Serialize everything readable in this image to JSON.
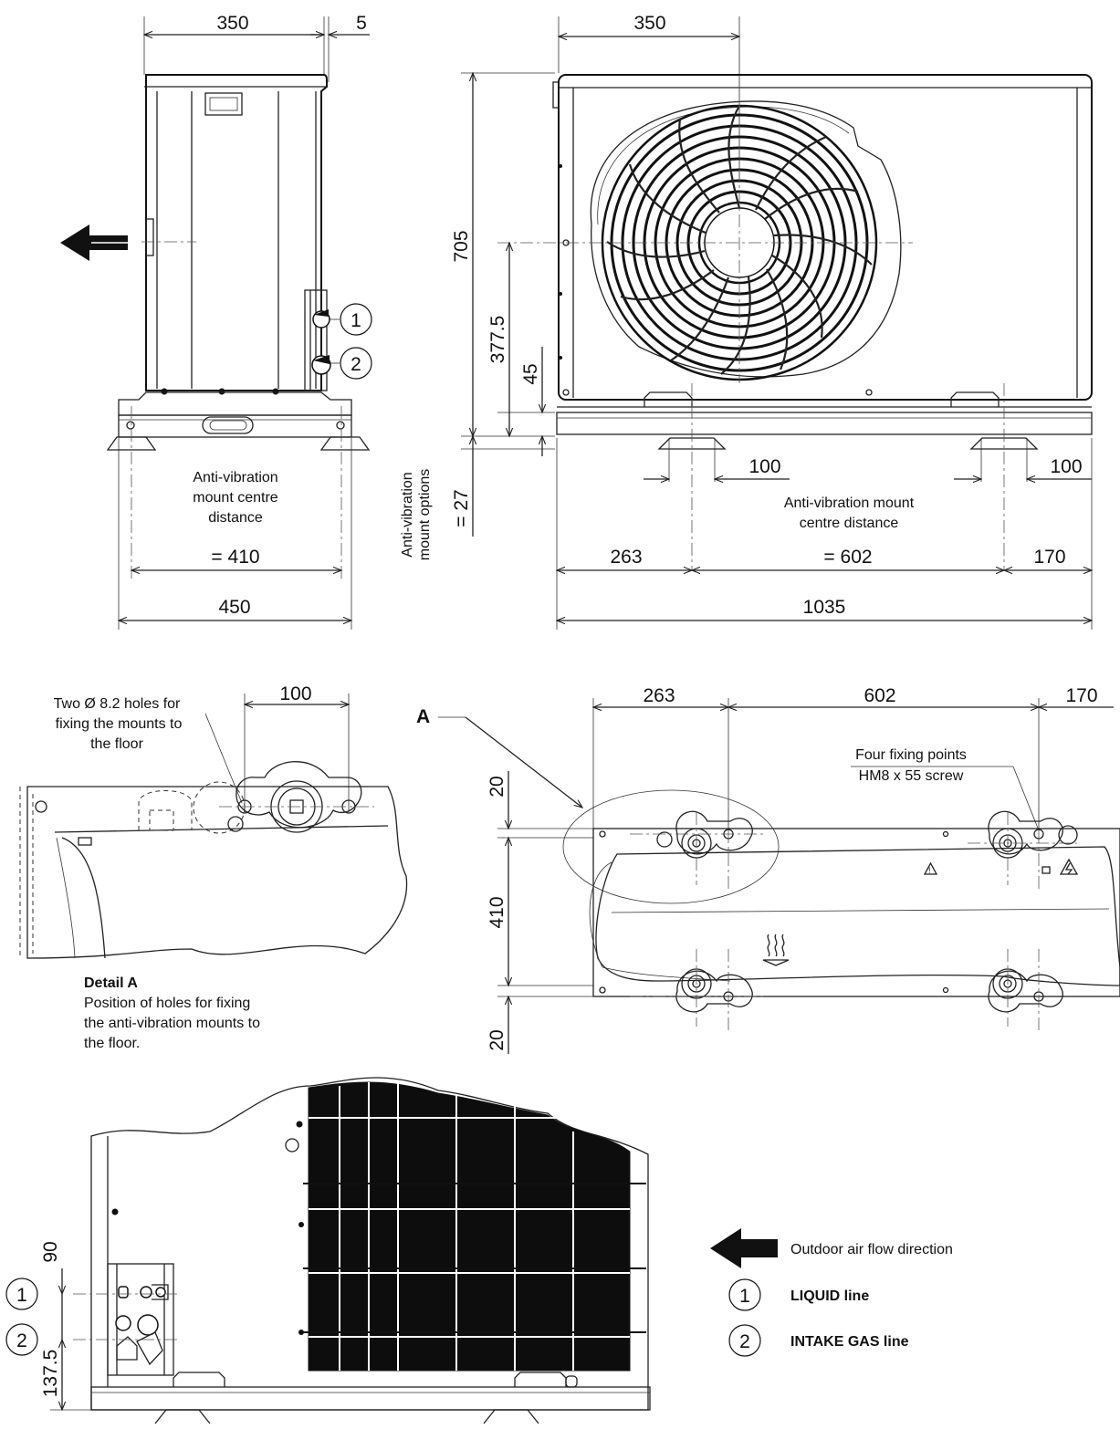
{
  "side_view": {
    "dim_depth": "350",
    "dim_offset": "5",
    "dim_mount_centre": "= 410",
    "dim_base_width": "450",
    "note_mount_centre": [
      "Anti-vibration",
      "mount centre",
      "distance"
    ],
    "callout_1": "1",
    "callout_2": "2"
  },
  "front_view": {
    "dim_fan_offset": "350",
    "dim_height": "705",
    "dim_fan_height": "377.5",
    "dim_base_height": "45",
    "dim_mount_options_value": "= 27",
    "note_mount_options": [
      "Anti-vibration",
      "mount options"
    ],
    "dim_mount_left": "100",
    "dim_mount_right": "100",
    "note_mount_centre": [
      "Anti-vibration mount",
      "centre distance"
    ],
    "dim_left": "263",
    "dim_centre": "= 602",
    "dim_right": "170",
    "dim_width": "1035"
  },
  "detail_a": {
    "note_holes": [
      "Two Ø 8.2 holes for",
      "fixing the mounts to",
      "the floor"
    ],
    "dim_hole_spacing": "100",
    "title": "Detail A",
    "description": [
      "Position of holes for fixing",
      "the anti-vibration mounts to",
      "the floor."
    ]
  },
  "top_view": {
    "detail_marker": "A",
    "dim_left": "263",
    "dim_centre": "602",
    "dim_right": "170",
    "note_fixing": [
      "Four fixing points",
      "HM8 x 55 screw"
    ],
    "dim_top_margin": "20",
    "dim_depth": "410",
    "dim_bottom_margin": "20"
  },
  "connection_view": {
    "dim_liquid_pitch": "90",
    "dim_gas_height": "137.5",
    "callout_1": "1",
    "callout_2": "2"
  },
  "legend": {
    "airflow_label": "Outdoor air flow direction",
    "items": [
      {
        "number": "1",
        "label": "LIQUID line"
      },
      {
        "number": "2",
        "label": "INTAKE GAS line"
      }
    ]
  }
}
